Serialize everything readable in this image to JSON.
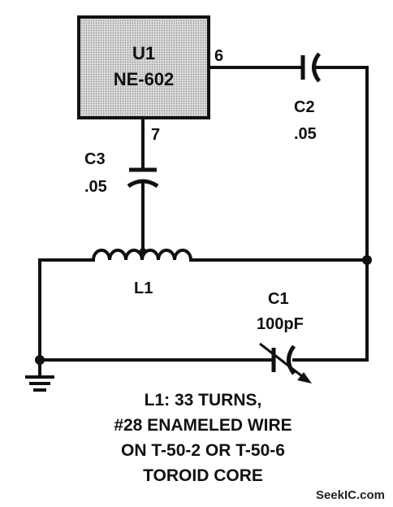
{
  "colors": {
    "ink": "#111111",
    "ic_fill": "#c8c8c8",
    "background": "#ffffff"
  },
  "u1": {
    "ref": "U1",
    "part": "NE-602"
  },
  "pins": {
    "out": "6",
    "feedback": "7"
  },
  "c2": {
    "ref": "C2",
    "value": ".05"
  },
  "c3": {
    "ref": "C3",
    "value": ".05"
  },
  "c1": {
    "ref": "C1",
    "value": "100pF"
  },
  "l1": {
    "ref": "L1"
  },
  "note": {
    "line1": "L1: 33 TURNS,",
    "line2": "#28 ENAMELED WIRE",
    "line3": "ON T-50-2 OR T-50-6",
    "line4": "TOROID CORE"
  },
  "watermark": "SeekIC.com",
  "icons": [
    "ground-icon",
    "inductor-icon",
    "capacitor-icon",
    "variable-capacitor-icon"
  ]
}
